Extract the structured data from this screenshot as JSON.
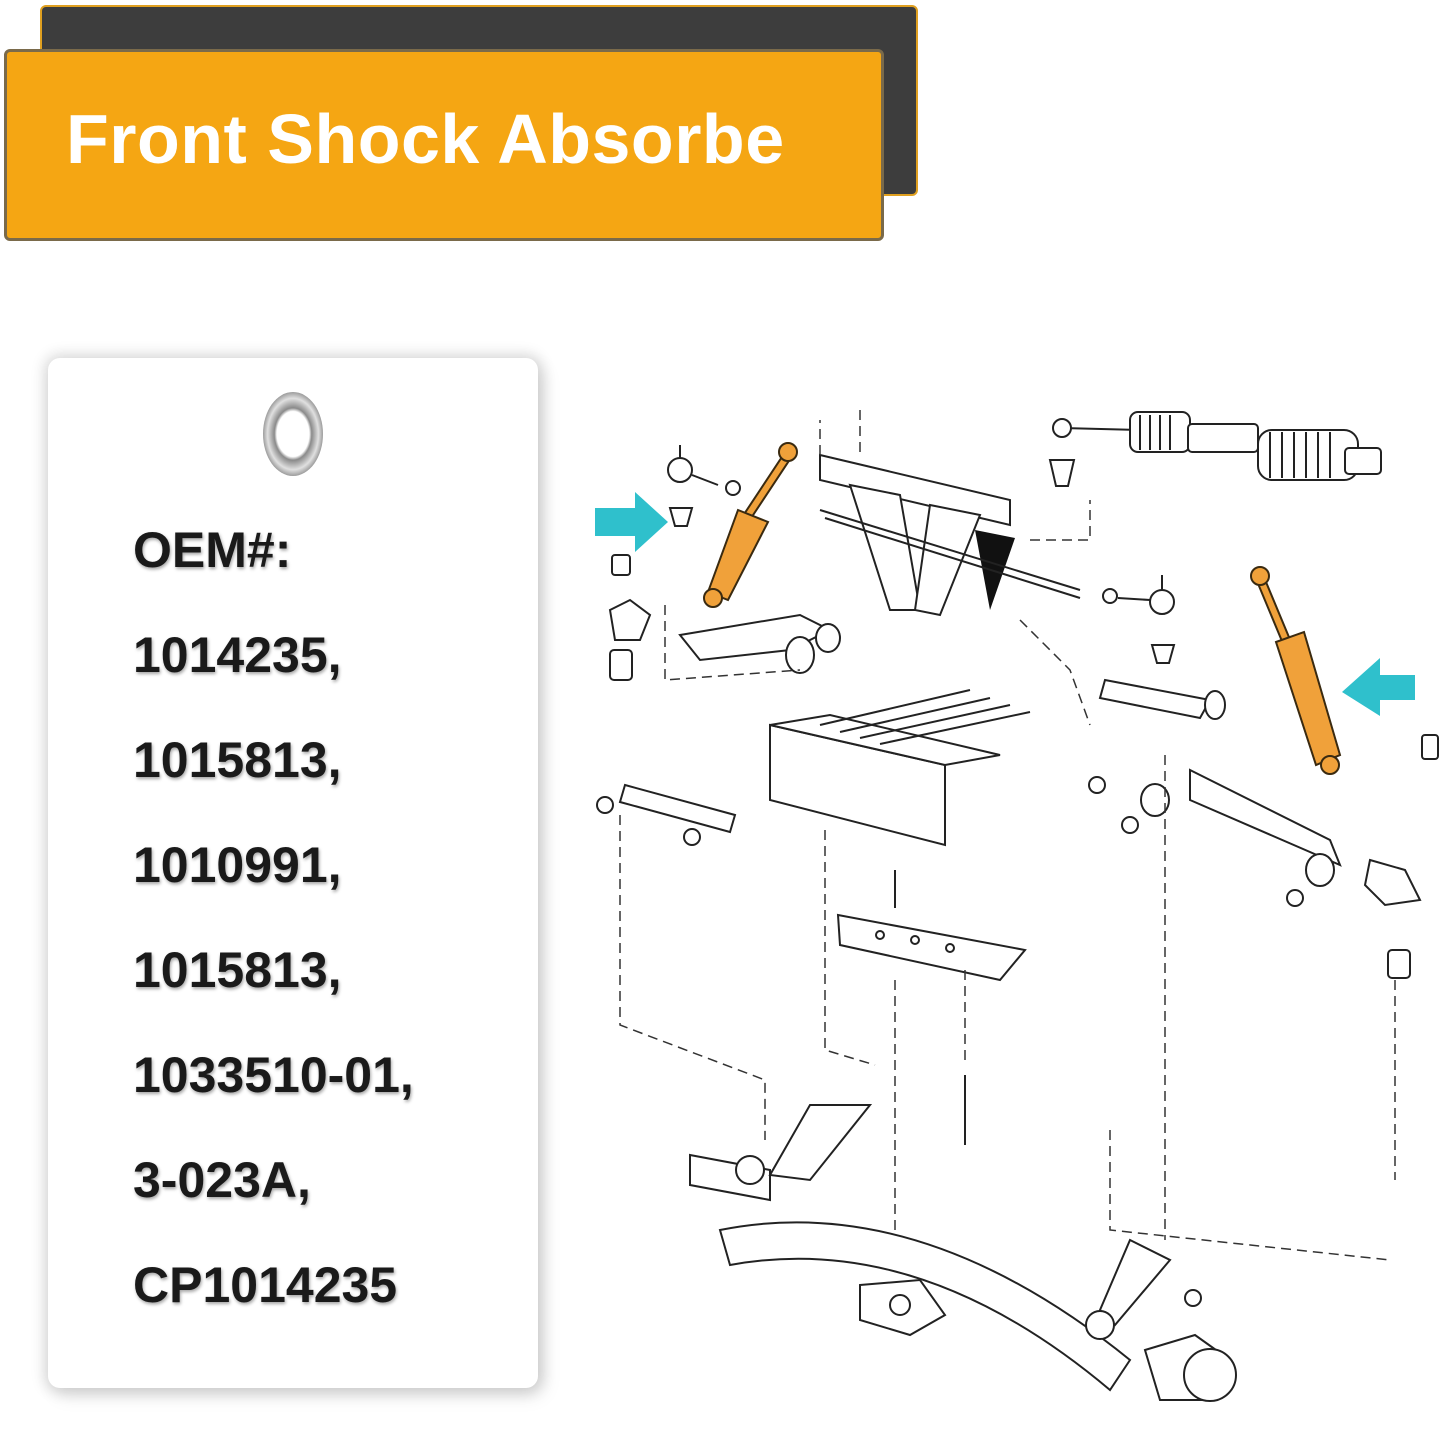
{
  "banner": {
    "title": "Front Shock Absorbe"
  },
  "tag": {
    "label": "OEM#:",
    "oem_numbers": [
      "1014235,",
      "1015813,",
      "1010991,",
      "1015813,",
      "1033510-01,",
      "3-023A,",
      "CP1014235"
    ]
  },
  "diagram": {
    "highlight_color": "#f0a13a",
    "arrow_color": "#2fc0cc",
    "banner_color": "#f5a613"
  }
}
